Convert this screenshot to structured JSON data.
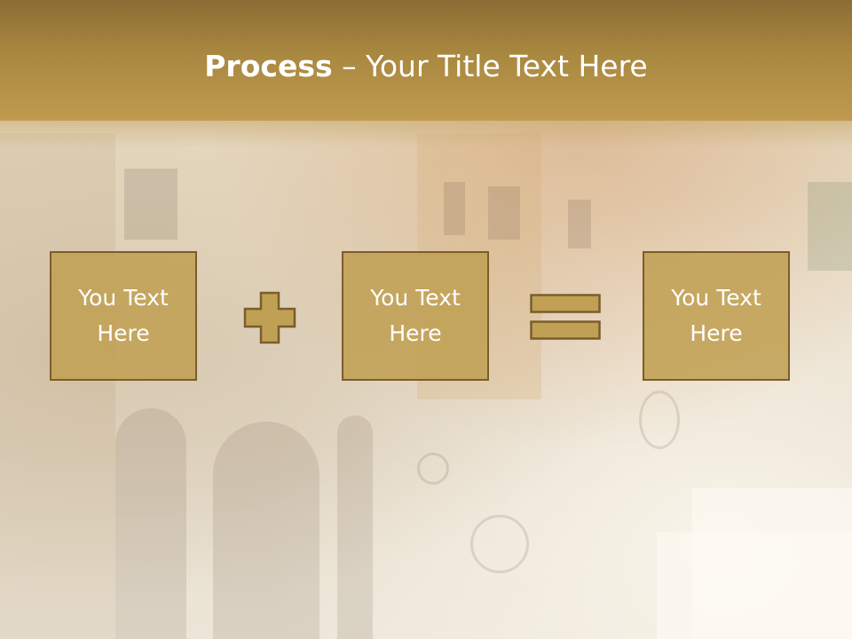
{
  "slide": {
    "title_bold": "Process",
    "title_rest": " – Your Title Text Here",
    "boxes": [
      {
        "text": "You Text\nHere"
      },
      {
        "text": "You Text\nHere"
      },
      {
        "text": "You Text\nHere"
      }
    ],
    "operators": [
      "plus-icon",
      "equals-icon"
    ]
  },
  "colors": {
    "header": "#a98840",
    "box_fill": "#c0a054",
    "box_border": "#7b5d2a",
    "text": "#ffffff"
  }
}
